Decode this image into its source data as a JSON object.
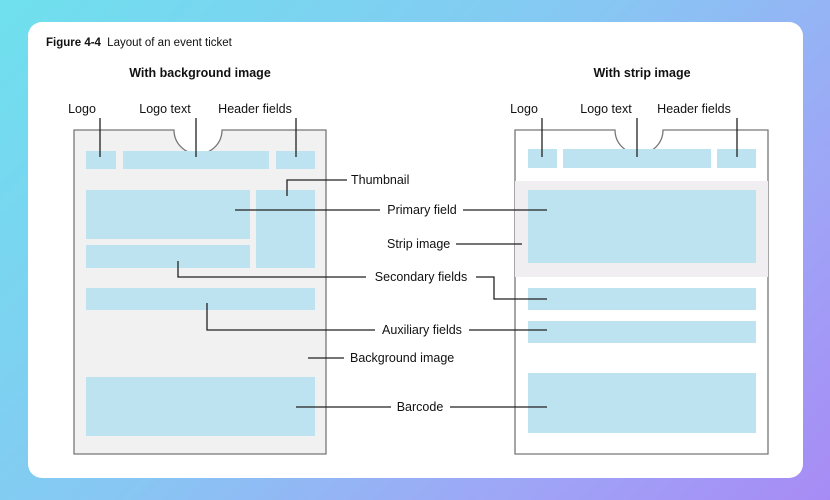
{
  "figure": {
    "number": "Figure 4-4",
    "caption": "Layout of an event ticket"
  },
  "left_panel": {
    "title": "With background image",
    "labels": {
      "logo": "Logo",
      "logo_text": "Logo text",
      "header_fields": "Header fields"
    }
  },
  "right_panel": {
    "title": "With strip image",
    "labels": {
      "logo": "Logo",
      "logo_text": "Logo text",
      "header_fields": "Header fields"
    }
  },
  "center_labels": {
    "thumbnail": "Thumbnail",
    "primary_field": "Primary field",
    "strip_image": "Strip image",
    "secondary_fields": "Secondary fields",
    "auxiliary_fields": "Auxiliary fields",
    "background_image": "Background image",
    "barcode": "Barcode"
  },
  "colors": {
    "field": "#bde3f0",
    "ticket_left_bg": "#f1f1f1",
    "strip_band": "#f0eef0",
    "outline": "#777777"
  }
}
